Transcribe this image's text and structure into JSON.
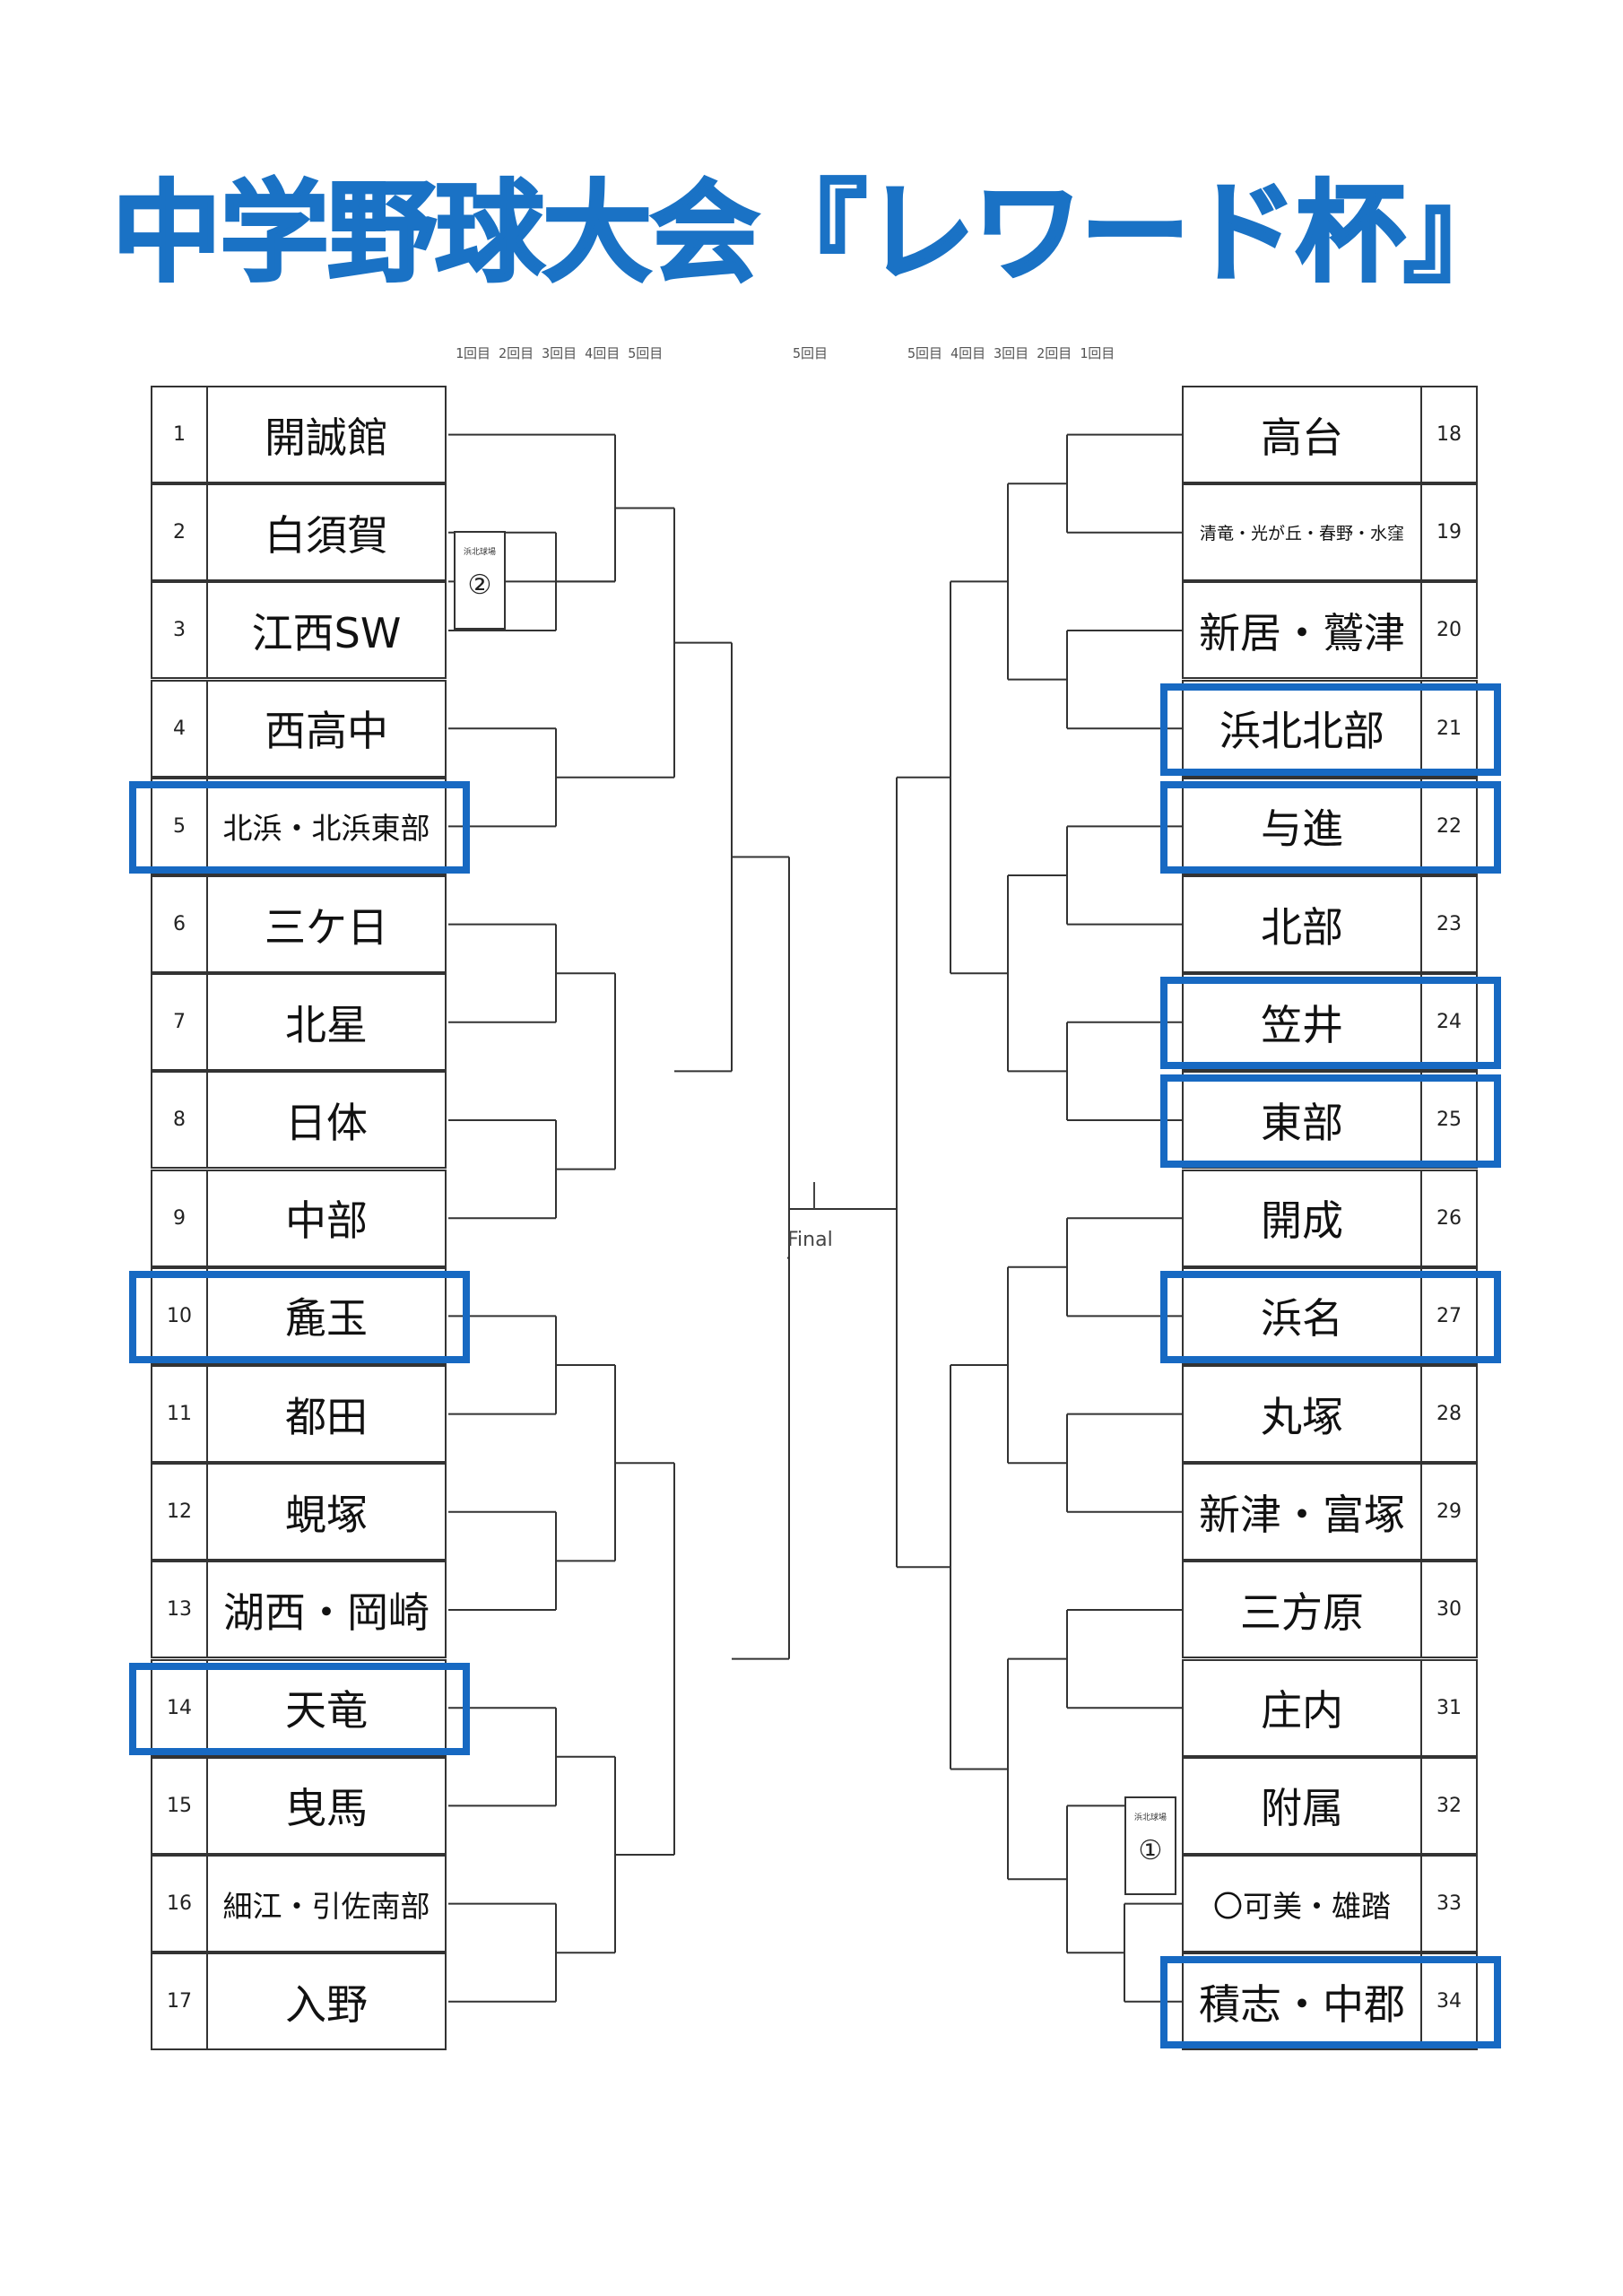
{
  "title": "中学野球大会『レワード杯』",
  "round_headers": {
    "left": "1回目 2回目 3回目 4回目 5回目",
    "final": "5回目",
    "right": "5回目 4回目 3回目 2回目 1回目"
  },
  "final_label": "Final",
  "seeds": {
    "left": {
      "small": "浜北球場",
      "num": "②"
    },
    "right": {
      "small": "浜北球場",
      "num": "①"
    }
  },
  "colors": {
    "highlight": "#1769c2",
    "title": "#1a72c5",
    "line": "#333333"
  },
  "left_teams": [
    {
      "num": "1",
      "name": "開誠館"
    },
    {
      "num": "2",
      "name": "白須賀"
    },
    {
      "num": "3",
      "name": "江西SW"
    },
    {
      "num": "4",
      "name": "西高中"
    },
    {
      "num": "5",
      "name": "北浜・北浜東部",
      "highlighted": true
    },
    {
      "num": "6",
      "name": "三ケ日"
    },
    {
      "num": "7",
      "name": "北星"
    },
    {
      "num": "8",
      "name": "日体"
    },
    {
      "num": "9",
      "name": "中部"
    },
    {
      "num": "10",
      "name": "麁玉",
      "highlighted": true
    },
    {
      "num": "11",
      "name": "都田"
    },
    {
      "num": "12",
      "name": "蜆塚"
    },
    {
      "num": "13",
      "name": "湖西・岡崎"
    },
    {
      "num": "14",
      "name": "天竜",
      "highlighted": true
    },
    {
      "num": "15",
      "name": "曳馬"
    },
    {
      "num": "16",
      "name": "細江・引佐南部"
    },
    {
      "num": "17",
      "name": "入野"
    }
  ],
  "right_teams": [
    {
      "num": "18",
      "name": "高台"
    },
    {
      "num": "19",
      "name": "清竜・光が丘・春野・水窪"
    },
    {
      "num": "20",
      "name": "新居・鷲津"
    },
    {
      "num": "21",
      "name": "浜北北部",
      "highlighted": true
    },
    {
      "num": "22",
      "name": "与進",
      "highlighted": true
    },
    {
      "num": "23",
      "name": "北部"
    },
    {
      "num": "24",
      "name": "笠井",
      "highlighted": true
    },
    {
      "num": "25",
      "name": "東部",
      "highlighted": true
    },
    {
      "num": "26",
      "name": "開成"
    },
    {
      "num": "27",
      "name": "浜名",
      "highlighted": true
    },
    {
      "num": "28",
      "name": "丸塚"
    },
    {
      "num": "29",
      "name": "新津・富塚"
    },
    {
      "num": "30",
      "name": "三方原"
    },
    {
      "num": "31",
      "name": "庄内"
    },
    {
      "num": "32",
      "name": "附属"
    },
    {
      "num": "33",
      "name": "〇可美・雄踏"
    },
    {
      "num": "34",
      "name": "積志・中郡",
      "highlighted": true
    }
  ]
}
